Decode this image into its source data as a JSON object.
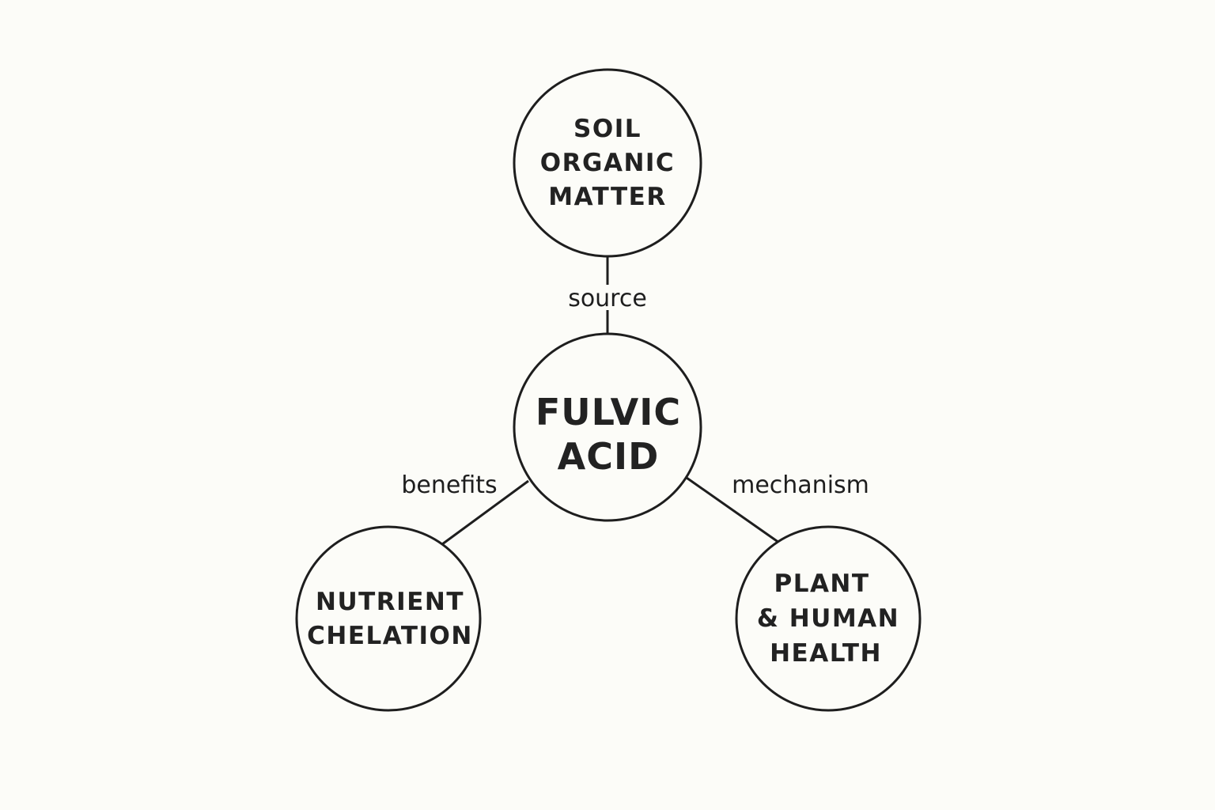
{
  "nodes": {
    "soil": {
      "lines": [
        "SOIL",
        "ORGANIC",
        "MATTER"
      ]
    },
    "fulvic": {
      "lines": [
        "FULVIC",
        "ACID"
      ]
    },
    "nutrient": {
      "lines": [
        "NUTRIENT",
        "CHELATION"
      ]
    },
    "health": {
      "lines": [
        "PLANT",
        "& HUMAN",
        "HEALTH"
      ]
    }
  },
  "edges": {
    "source": {
      "label": "source"
    },
    "benefits": {
      "label": "benefits"
    },
    "mechanism": {
      "label": "mechanism"
    }
  },
  "colors": {
    "background": "#fcfcf8",
    "stroke": "#1e1e1e",
    "text": "#222222"
  }
}
